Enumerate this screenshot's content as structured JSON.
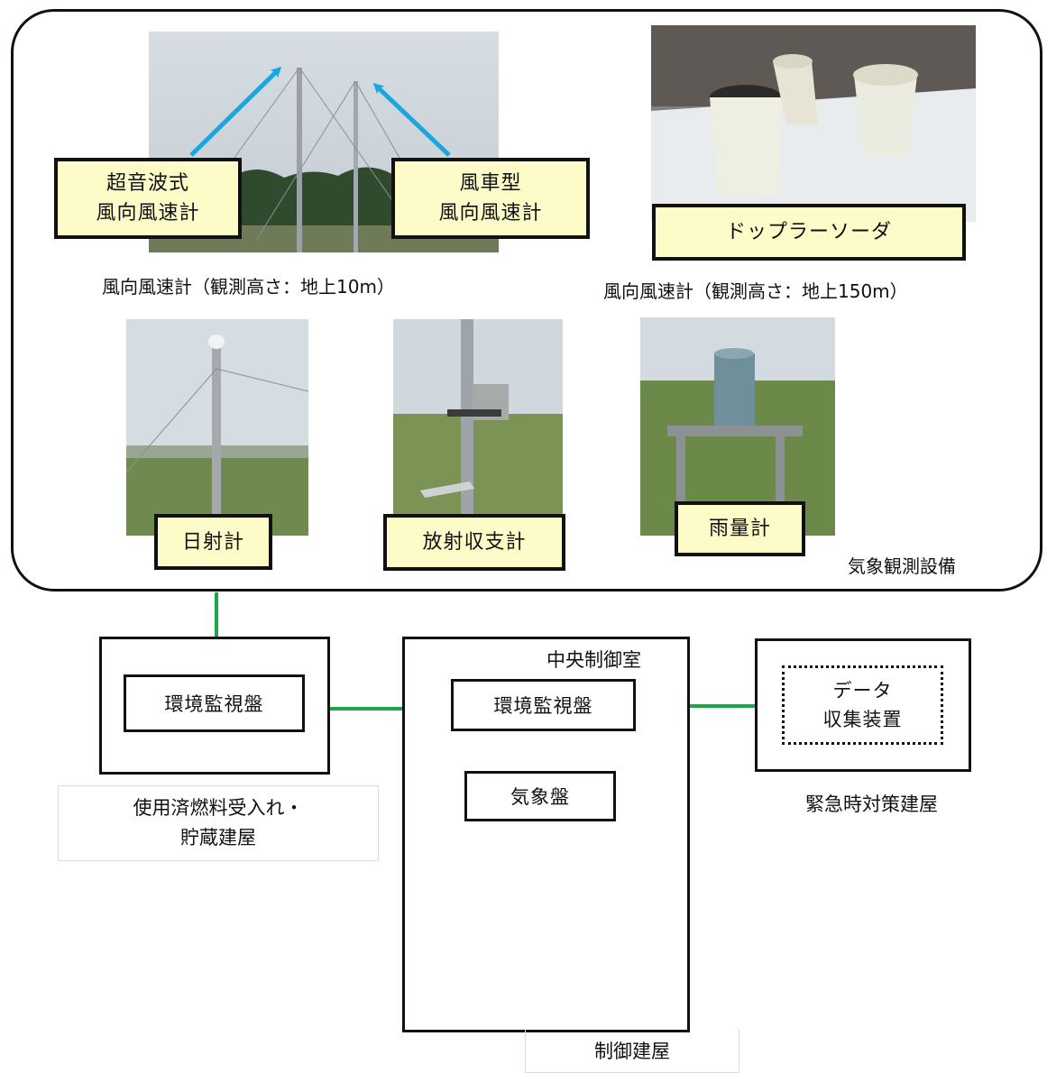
{
  "equipment_group": {
    "title": "気象観測設備",
    "anemometer_10m": {
      "caption": "風向風速計（観測高さ：地上10m）",
      "ultrasonic_label": [
        "超音波式",
        "風向風速計"
      ],
      "propeller_label": [
        "風車型",
        "風向風速計"
      ]
    },
    "anemometer_150m": {
      "caption": "風向風速計（観測高さ：地上150m）",
      "doppler_label": "ドップラーソーダ"
    },
    "pyranometer_label": "日射計",
    "net_radiometer_label": "放射収支計",
    "rain_gauge_label": "雨量計"
  },
  "fuel_building": {
    "name": [
      "使用済燃料受入れ・",
      "貯蔵建屋"
    ],
    "monitor_panel": "環境監視盤"
  },
  "control_building": {
    "room_title": "中央制御室",
    "monitor_panel": "環境監視盤",
    "weather_panel": "気象盤",
    "name": "制御建屋"
  },
  "emergency_building": {
    "device": [
      "データ",
      "収集装置"
    ],
    "name": "緊急時対策建屋"
  },
  "colors": {
    "arrow_green": "#1aa64a",
    "pointer_blue": "#1aa7e0",
    "label_fill": "#fdfbc8"
  }
}
